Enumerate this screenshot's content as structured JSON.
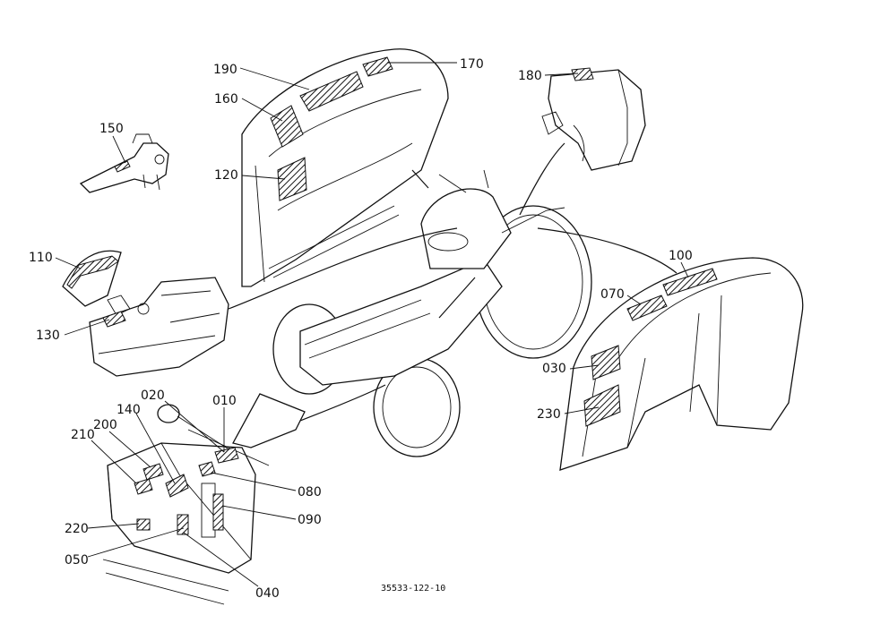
{
  "diagram": {
    "callouts": {
      "c190": "190",
      "c170": "170",
      "c160": "160",
      "c180": "180",
      "c150": "150",
      "c120": "120",
      "c110": "110",
      "c130": "130",
      "c100": "100",
      "c070": "070",
      "c030": "030",
      "c230": "230",
      "c020": "020",
      "c010": "010",
      "c140": "140",
      "c200": "200",
      "c210": "210",
      "c080": "080",
      "c090": "090",
      "c220": "220",
      "c050": "050",
      "c040": "040"
    },
    "drawing_code": "35533-122-10"
  }
}
